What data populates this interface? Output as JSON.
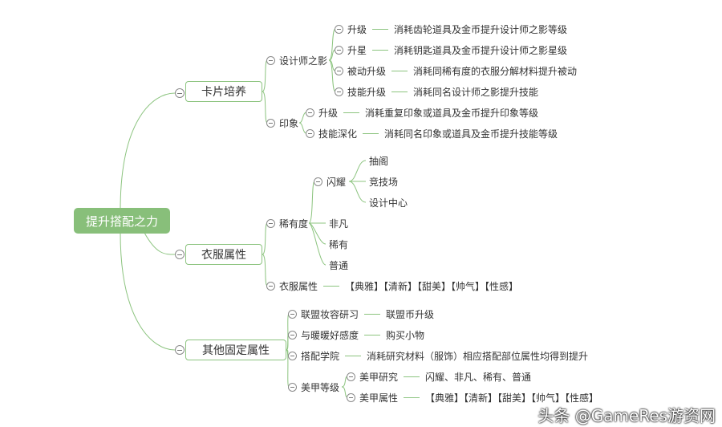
{
  "root": "提升搭配之力",
  "card": {
    "label": "卡片培养",
    "designer": {
      "label": "设计师之影",
      "items": [
        {
          "label": "升级",
          "desc": "消耗齿轮道具及金币提升设计师之影等级"
        },
        {
          "label": "升星",
          "desc": "消耗钥匙道具及金币提升设计师之影星级"
        },
        {
          "label": "被动升级",
          "desc": "消耗同稀有度的衣服分解材料提升被动"
        },
        {
          "label": "技能升级",
          "desc": "消耗同名设计师之影提升技能"
        }
      ]
    },
    "impression": {
      "label": "印象",
      "items": [
        {
          "label": "升级",
          "desc": "消耗重复印象或道具及金币提升印象等级"
        },
        {
          "label": "技能深化",
          "desc": "消耗同名印象或道具及金币提升技能等级"
        }
      ]
    }
  },
  "clothes": {
    "label": "衣服属性",
    "rarity": {
      "label": "稀有度",
      "shine": {
        "label": "闪耀",
        "items": [
          "抽阁",
          "竞技场",
          "设计中心"
        ]
      },
      "others": [
        "非凡",
        "稀有",
        "普通"
      ]
    },
    "attr": {
      "label": "衣服属性",
      "desc": "【典雅】【清新】【甜美】【帅气】【性感】"
    }
  },
  "fixed": {
    "label": "其他固定属性",
    "items": [
      {
        "label": "联盟妆容研习",
        "desc": "联盟币升级"
      },
      {
        "label": "与暖暖好感度",
        "desc": "购买小物"
      },
      {
        "label": "搭配学院",
        "desc": "消耗研究材料（服饰）相应搭配部位属性均得到提升"
      }
    ],
    "nail": {
      "label": "美甲等级",
      "items": [
        {
          "label": "美甲研究",
          "desc": "闪耀、非凡、稀有、普通"
        },
        {
          "label": "美甲属性",
          "desc": "【典雅】【清新】【甜美】【帅气】【性感】"
        }
      ]
    }
  },
  "watermark": "头条 @GameRes游资网"
}
